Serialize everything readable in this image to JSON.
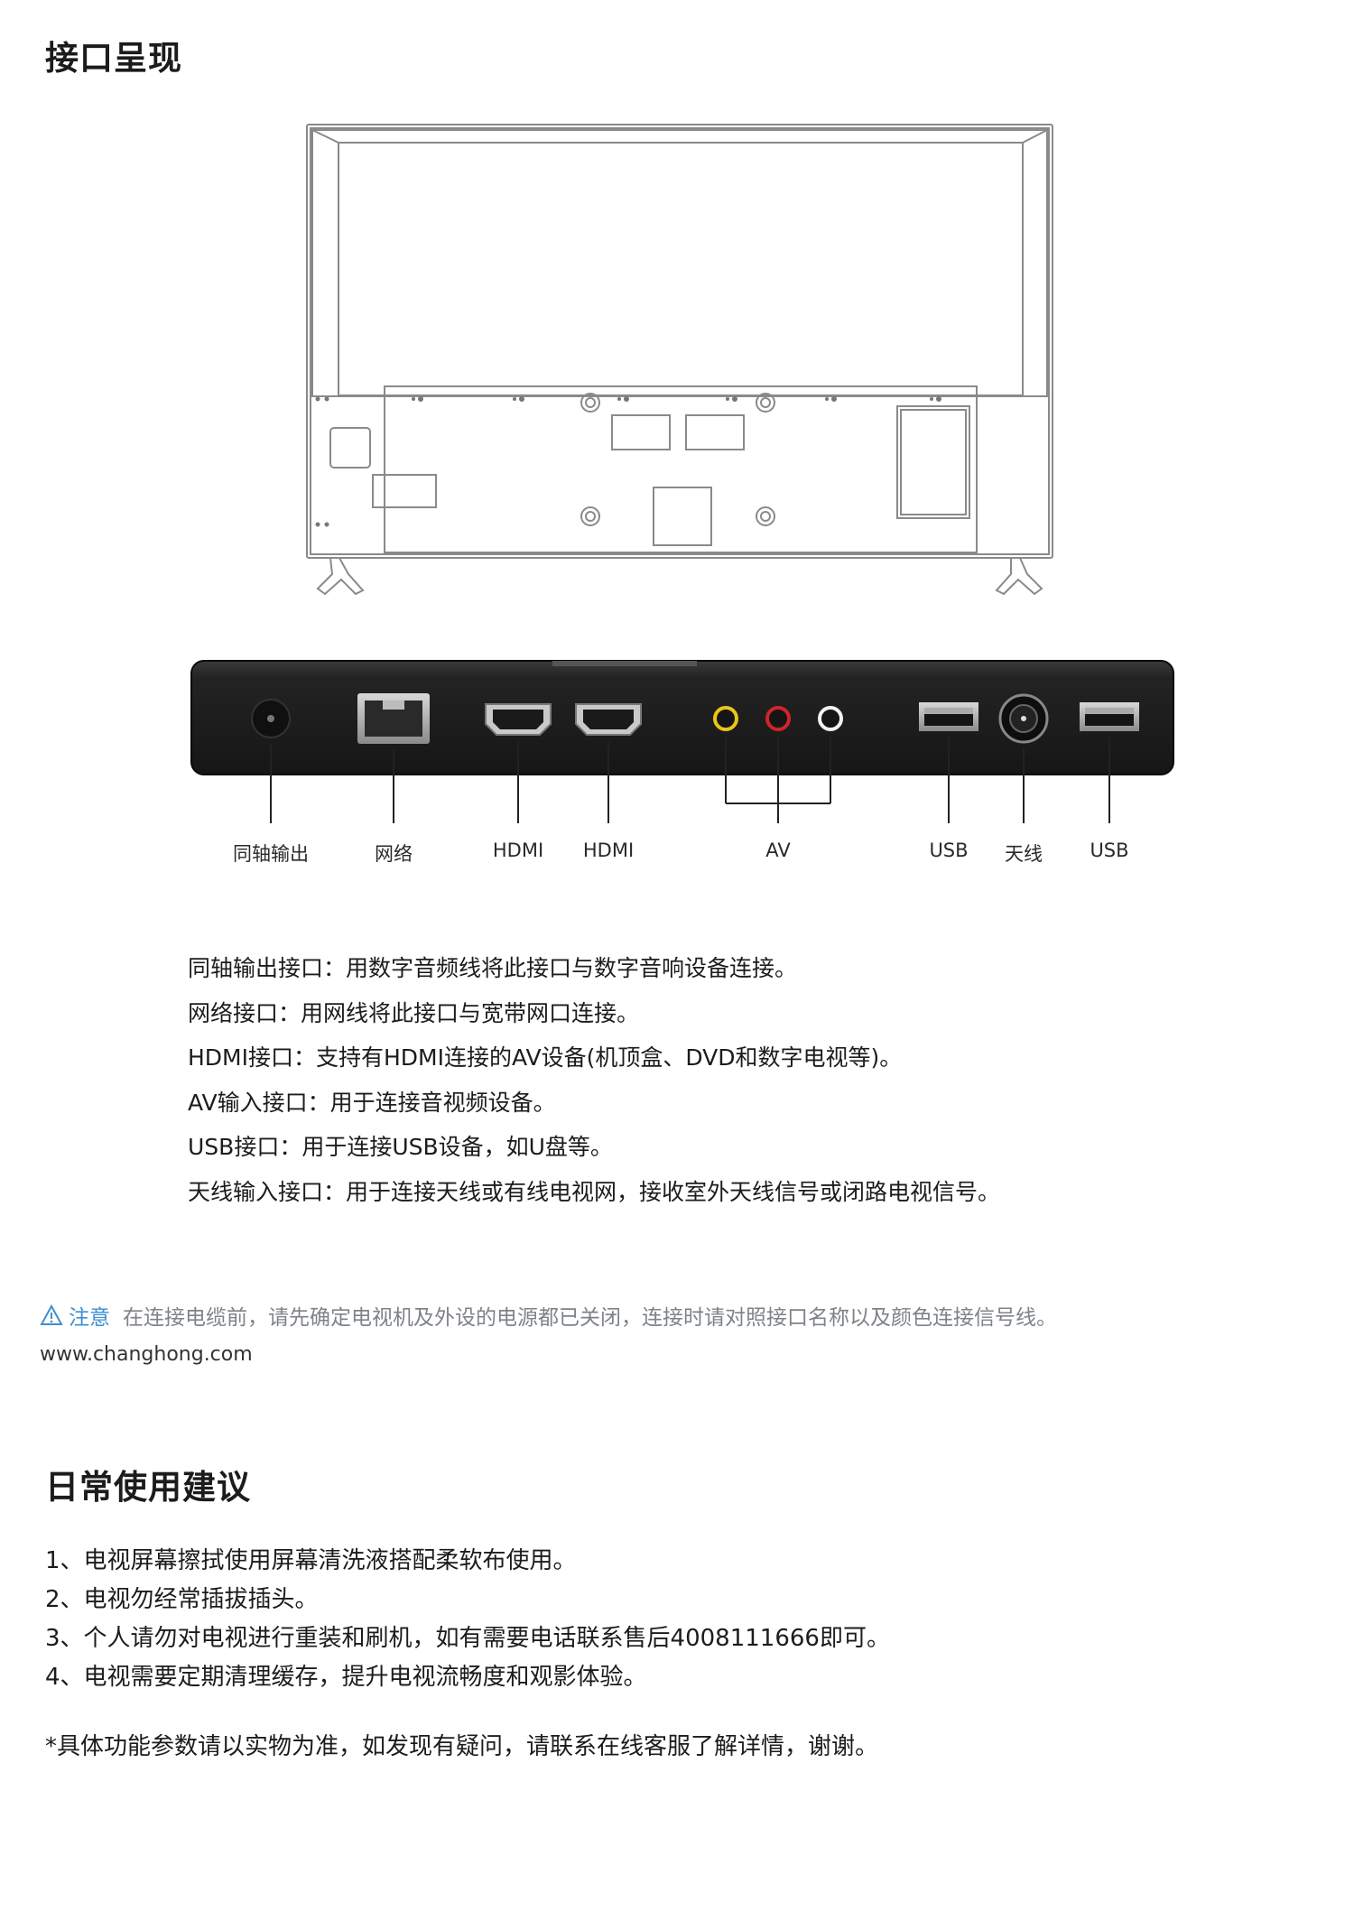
{
  "interface_section": {
    "title": "接口呈现",
    "ports": [
      {
        "label": "同轴输出"
      },
      {
        "label": "网络"
      },
      {
        "label": "HDMI"
      },
      {
        "label": "HDMI"
      },
      {
        "label": "AV"
      },
      {
        "label": "USB"
      },
      {
        "label": "天线"
      },
      {
        "label": "USB"
      }
    ],
    "descriptions": [
      "同轴输出接口：用数字音频线将此接口与数字音响设备连接。",
      "网络接口：用网线将此接口与宽带网口连接。",
      "HDMI接口：支持有HDMI连接的AV设备(机顶盒、DVD和数字电视等)。",
      "AV输入接口：用于连接音视频设备。",
      "USB接口：用于连接USB设备，如U盘等。",
      "天线输入接口：用于连接天线或有线电视网，接收室外天线信号或闭路电视信号。"
    ],
    "notice": {
      "icon": "warning-icon",
      "tag": "注意",
      "text": "在连接电缆前，请先确定电视机及外设的电源都已关闭，连接时请对照接口名称以及颜色连接信号线。"
    },
    "website": "www.changhong.com"
  },
  "tips_section": {
    "title": "日常使用建议",
    "items": [
      "1、电视屏幕擦拭使用屏幕清洗液搭配柔软布使用。",
      "2、电视勿经常插拔插头。",
      "3、个人请勿对电视进行重装和刷机，如有需要电话联系售后4008111666即可。",
      "4、电视需要定期清理缓存，提升电视流畅度和观影体验。"
    ],
    "footnote": "*具体功能参数请以实物为准，如发现有疑问，请联系在线客服了解详情，谢谢。"
  },
  "colors": {
    "accent": "#3e8ed1",
    "notice_text": "#7e8389",
    "port_panel": "#1e1e1e",
    "av_yellow": "#e8c619",
    "av_red": "#d2232a",
    "av_white": "#f2f2f2"
  }
}
